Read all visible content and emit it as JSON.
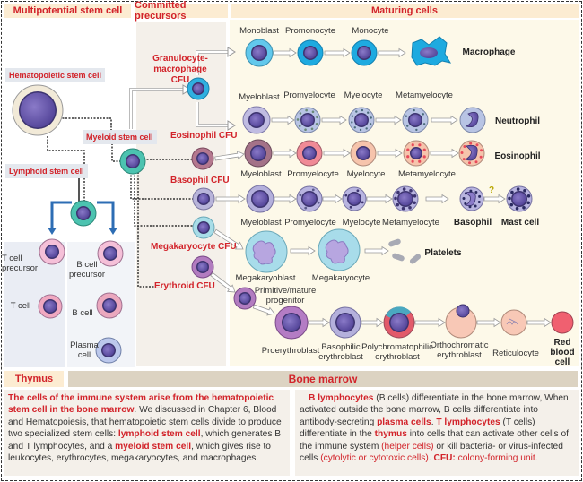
{
  "headers": {
    "multipotential": "Multipotential stem cell",
    "committed": "Committed precursors",
    "maturing": "Maturing cells",
    "thymus": "Thymus",
    "bone_marrow": "Bone marrow"
  },
  "stem_cells": {
    "hematopoietic": "Hematopoietic stem cell",
    "myeloid": "Myeloid stem cell",
    "lymphoid": "Lymphoid stem cell"
  },
  "cfu_labels": {
    "granulocyte_macrophage": [
      "Granulocyte-",
      "macrophage",
      "CFU"
    ],
    "eosinophil": "Eosinophil CFU",
    "basophil": "Basophil CFU",
    "megakaryocyte": "Megakaryocyte CFU",
    "erythroid": "Erythroid CFU"
  },
  "lymphoid_lineage": {
    "t_cell_precursor": [
      "T cell",
      "precursor"
    ],
    "t_cell": "T cell",
    "b_cell_precursor": [
      "B cell",
      "precursor"
    ],
    "b_cell": "B cell",
    "plasma_cell": [
      "Plasma",
      "cell"
    ]
  },
  "rows": {
    "monocyte": {
      "stages": [
        "Monoblast",
        "Promonocyte",
        "Monocyte"
      ],
      "final": "Macrophage"
    },
    "neutrophil": {
      "stages": [
        "Myeloblast",
        "Promyelocyte",
        "Myelocyte",
        "Metamyelocyte"
      ],
      "final": "Neutrophil"
    },
    "eosinophil": {
      "stages": [
        "Myeloblast",
        "Promyelocyte",
        "Myelocyte",
        "Metamyelocyte"
      ],
      "final": "Eosinophil"
    },
    "basophil": {
      "stages": [
        "Myeloblast",
        "Promyelocyte",
        "Myelocyte",
        "Metamyelocyte"
      ],
      "final": "Basophil",
      "uncertain_mark": "?",
      "after": "Mast cell"
    },
    "megakaryocyte": {
      "stages": [
        "Megakaryoblast",
        "Megakaryocyte"
      ],
      "final": "Platelets"
    },
    "erythroid": {
      "progenitor": [
        "Primitive/mature",
        "progenitor"
      ],
      "stages": [
        "Proerythroblast",
        [
          "Basophilic",
          "erythroblast"
        ],
        [
          "Polychromatophilic",
          "erythroblast"
        ],
        [
          "Orthochromatic",
          "erythroblast"
        ],
        "Reticulocyte"
      ],
      "final": [
        "Red",
        "blood",
        "cell"
      ]
    }
  },
  "text_left": [
    {
      "t": "The cells of the immune system arise from the hematopoietic stem cell in the bone marrow",
      "s": "r"
    },
    {
      "t": ". We discussed in Chapter 6, Blood and Hematopoiesis, that hematopoietic stem cells divide to produce two specialized stem cells: ",
      "s": ""
    },
    {
      "t": "lymphoid stem cell",
      "s": "r"
    },
    {
      "t": ", which generates B and T lymphocytes, and a ",
      "s": ""
    },
    {
      "t": "myeloid stem cell",
      "s": "r"
    },
    {
      "t": ", which gives rise to leukocytes, erythrocytes, megakaryocytes, and macrophages.",
      "s": ""
    }
  ],
  "text_right": [
    {
      "t": "B lymphocytes",
      "s": "r"
    },
    {
      "t": " (B cells) differentiate in the bone marrow, When activated outside the bone marrow, B cells differentiate into antibody-secreting ",
      "s": ""
    },
    {
      "t": "plasma cells",
      "s": "r"
    },
    {
      "t": ". ",
      "s": ""
    },
    {
      "t": "T lymphocytes",
      "s": "r"
    },
    {
      "t": " (T cells) differentiate in the ",
      "s": ""
    },
    {
      "t": "thymus",
      "s": "r"
    },
    {
      "t": " into cells that can activate other cells of the immune system ",
      "s": ""
    },
    {
      "t": "(helper cells)",
      "s": "rl"
    },
    {
      "t": " or kill bacteria- or virus-infected cells ",
      "s": ""
    },
    {
      "t": "(cytolytic or cytotoxic cells)",
      "s": "rl"
    },
    {
      "t": ". ",
      "s": ""
    },
    {
      "t": "CFU:",
      "s": "r"
    },
    {
      "t": " colony-forming unit.",
      "s": "rl"
    }
  ],
  "colors": {
    "header_red": "#d2232a",
    "header_bg": "#fcecd2",
    "bone_marrow_bar": "#dcd3c2",
    "nucleus": "#6a5aa8"
  }
}
